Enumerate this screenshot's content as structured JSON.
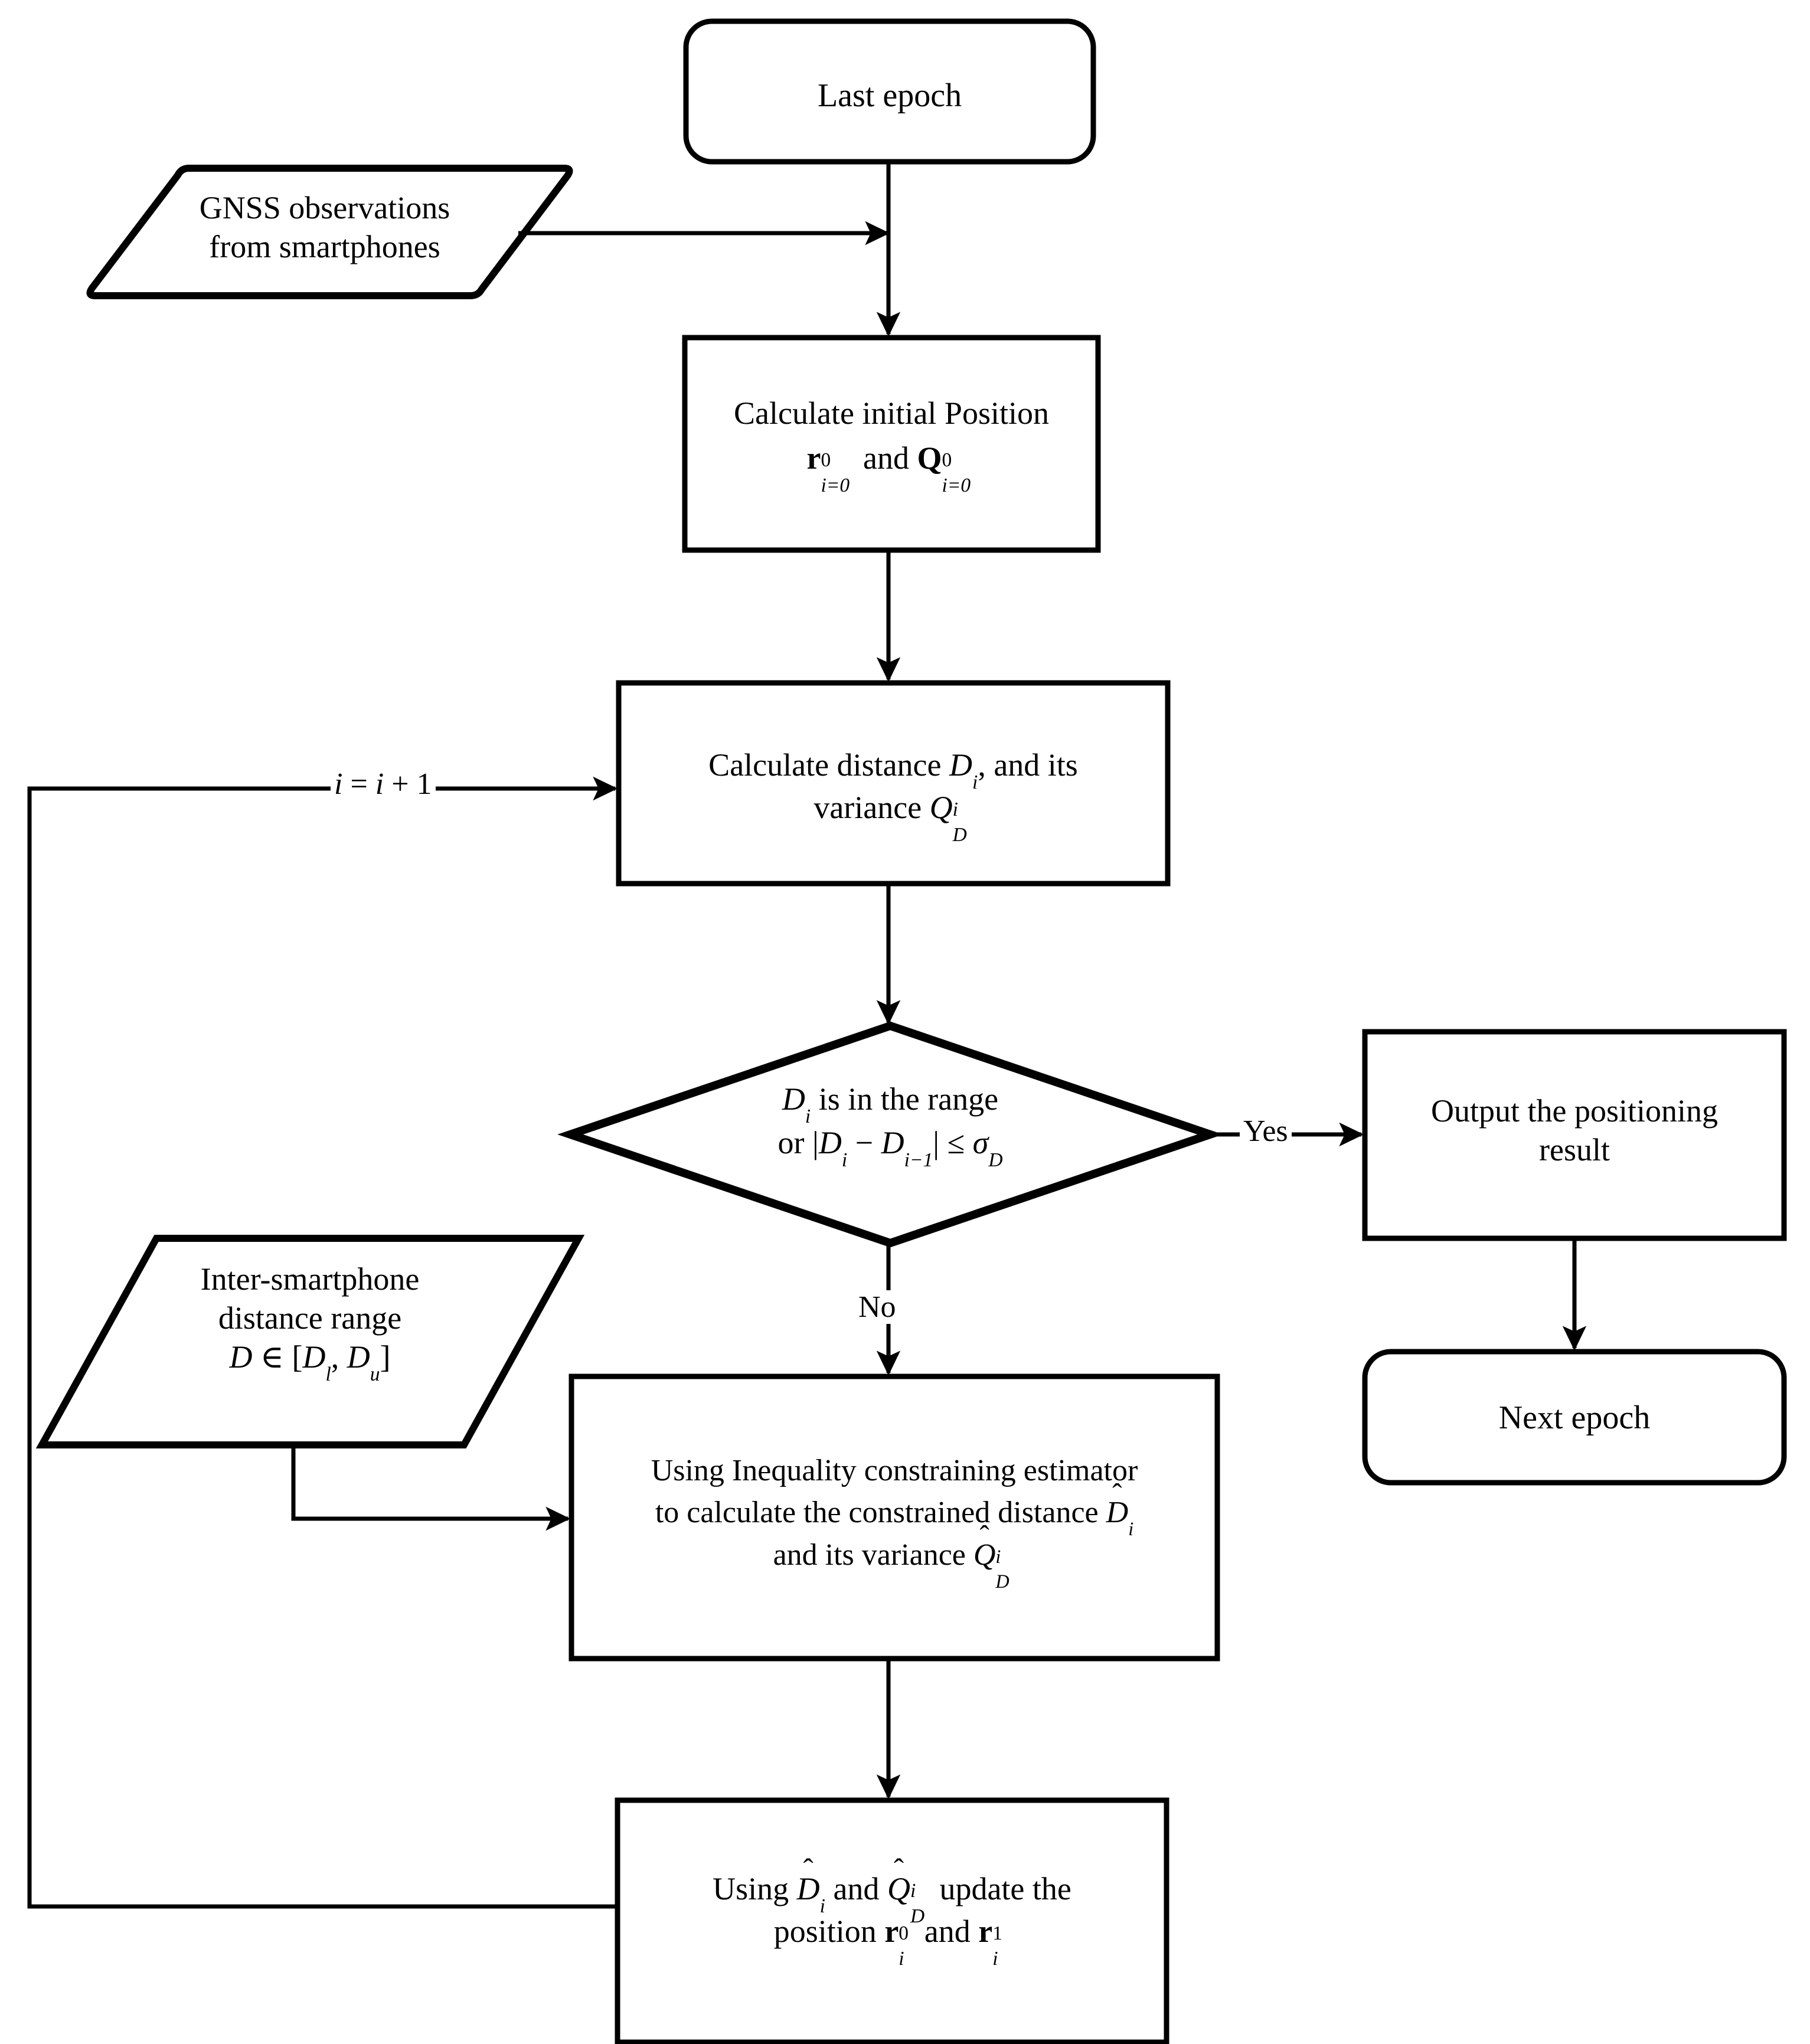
{
  "diagram": {
    "title": "GNSS inter-smartphone constrained positioning flowchart",
    "colors": {
      "stroke": "#000000",
      "fill": "#ffffff",
      "text": "#000000"
    },
    "nodes": {
      "last_epoch": {
        "shape": "rounded-rectangle",
        "label": "Last epoch"
      },
      "gnss_input": {
        "shape": "parallelogram",
        "line1": "GNSS observations",
        "line2": "from smartphones"
      },
      "initial_position": {
        "shape": "rectangle",
        "line1": "Calculate initial Position",
        "line2_prefix": "r",
        "line2_sup": "0",
        "line2_sub": "i=0",
        "line2_mid": " and ",
        "line2_prefix2": "Q",
        "line2_sup2": "0",
        "line2_sub2": "i=0"
      },
      "calc_distance": {
        "shape": "rectangle",
        "line1_a": "Calculate distance ",
        "line1_var": "D",
        "line1_sub": "i",
        "line1_b": ", and its",
        "line2_a": "variance  ",
        "line2_var": "Q",
        "line2_sup": "i",
        "line2_sub": "D"
      },
      "decision": {
        "shape": "diamond",
        "line1_var": "D",
        "line1_sub": "i",
        "line1_text": " is in the range",
        "line2_or": "or ",
        "line2_expr_open": "|",
        "line2_d1": "D",
        "line2_d1_sub": "i",
        "line2_minus": " − ",
        "line2_d2": "D",
        "line2_d2_sub": "i−1",
        "line2_expr_close": "|",
        "line2_le": " ≤ ",
        "line2_sigma": "σ",
        "line2_sigma_sub": "D"
      },
      "output_result": {
        "shape": "rectangle",
        "line1": "Output the positioning",
        "line2": "result"
      },
      "next_epoch": {
        "shape": "rounded-rectangle",
        "label": "Next epoch"
      },
      "distance_range": {
        "shape": "parallelogram",
        "line1": "Inter-smartphone",
        "line2": "distance range",
        "line3_d": "D",
        "line3_in": " ∈ [",
        "line3_dl": "D",
        "line3_dl_sub": "l",
        "line3_comma": ", ",
        "line3_du": "D",
        "line3_du_sub": "u",
        "line3_close": "]"
      },
      "inequality_estimator": {
        "shape": "rectangle",
        "line1": "Using Inequality constraining estimator",
        "line2_a": "to calculate the constrained distance ",
        "line2_var": "D",
        "line2_sub": "i",
        "line3_a": "and its variance ",
        "line3_var": "Q",
        "line3_sup": "i",
        "line3_sub": "D"
      },
      "update_position": {
        "shape": "rectangle",
        "line1_a": "Using ",
        "line1_d": "D",
        "line1_d_sub": "i",
        "line1_and": " and ",
        "line1_q": "Q",
        "line1_q_sup": "i",
        "line1_q_sub": "D",
        "line1_b": " update the",
        "line2_a": "position ",
        "line2_r1": "r",
        "line2_r1_sup": "0",
        "line2_r1_sub": "i",
        "line2_and": " and ",
        "line2_r2": "r",
        "line2_r2_sup": "1",
        "line2_r2_sub": "i"
      }
    },
    "edge_labels": {
      "increment": {
        "var1": "i",
        "eq": " = ",
        "var2": "i",
        "plus": " + ",
        "one": "1"
      },
      "yes": "Yes",
      "no": "No"
    }
  }
}
